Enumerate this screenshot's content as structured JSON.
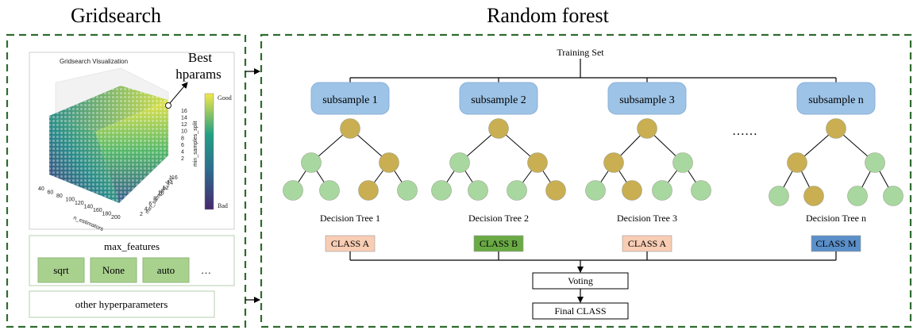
{
  "panels": {
    "left_title": "Gridsearch",
    "right_title": "Random forest"
  },
  "gridsearch": {
    "plot_title": "Gridsearch Visualization",
    "best_label_line1": "Best",
    "best_label_line2": "hparams",
    "colorbar_top": "Good",
    "colorbar_bottom": "Bad",
    "axis_x_label": "n_estimators",
    "axis_x_ticks": [
      "40",
      "60",
      "80",
      "100",
      "120",
      "140",
      "160",
      "180",
      "200"
    ],
    "axis_y_label": "min_samples_leaf",
    "axis_y_ticks": [
      "2",
      "4",
      "6",
      "8",
      "10",
      "12",
      "14",
      "16"
    ],
    "axis_z_label": "min_samples_split",
    "axis_z_ticks": [
      "2",
      "4",
      "6",
      "8",
      "10",
      "12",
      "14",
      "16"
    ],
    "max_features_title": "max_features",
    "max_features_options": [
      "sqrt",
      "None",
      "auto"
    ],
    "max_features_more": "…",
    "other_hparams": "other hyperparameters",
    "colors": {
      "good": "#f3e84a",
      "mid": "#23a083",
      "bad": "#46296e"
    }
  },
  "forest": {
    "training_set": "Training Set",
    "subsamples": [
      "subsample 1",
      "subsample 2",
      "subsample 3",
      "subsample n"
    ],
    "ellipsis": "……",
    "trees": [
      {
        "label": "Decision Tree 1",
        "class": "CLASS A",
        "class_color": "#f8cdb4",
        "nodes": [
          "gold",
          "green",
          "gold",
          "green",
          "green",
          "gold",
          "green"
        ]
      },
      {
        "label": "Decision Tree 2",
        "class": "CLASS B",
        "class_color": "#6aaa45",
        "nodes": [
          "gold",
          "green",
          "gold",
          "green",
          "green",
          "green",
          "gold"
        ]
      },
      {
        "label": "Decision Tree 3",
        "class": "CLASS A",
        "class_color": "#f8cdb4",
        "nodes": [
          "gold",
          "gold",
          "green",
          "green",
          "gold",
          "green",
          "green"
        ]
      },
      {
        "label": "Decision Tree n",
        "class": "CLASS M",
        "class_color": "#5b8fc9",
        "nodes": [
          "gold",
          "gold",
          "green",
          "green",
          "gold",
          "green",
          "green"
        ]
      }
    ],
    "voting": "Voting",
    "final": "Final CLASS",
    "colors": {
      "subsample_fill": "#9dc3e6",
      "node_gold": "#c9ae52",
      "node_green": "#a8d8a0",
      "frame": "#2e6b2e"
    }
  }
}
